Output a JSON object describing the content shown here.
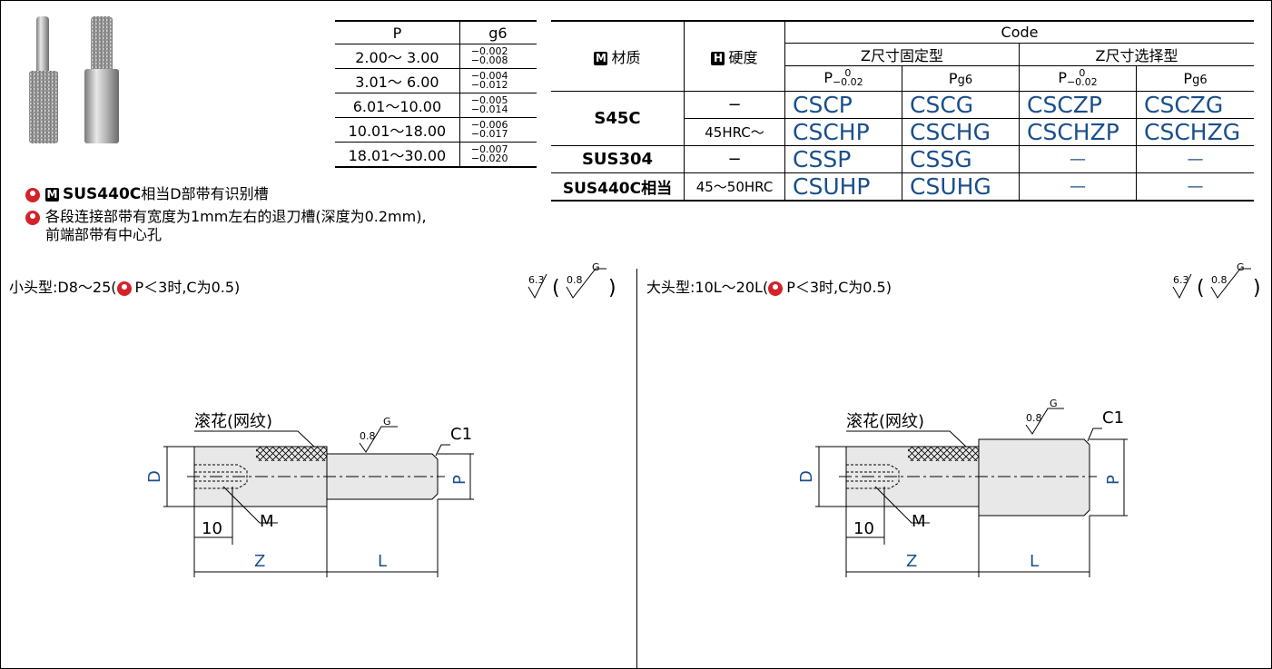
{
  "tolerance_table": {
    "header_p": "P",
    "header_g": "g6",
    "rows": [
      {
        "range": "2.00～ 3.00",
        "upper": "−0.002",
        "lower": "−0.008"
      },
      {
        "range": "3.01～ 6.00",
        "upper": "−0.004",
        "lower": "−0.012"
      },
      {
        "range": "6.01～10.00",
        "upper": "−0.005",
        "lower": "−0.014"
      },
      {
        "range": "10.01～18.00",
        "upper": "−0.006",
        "lower": "−0.017"
      },
      {
        "range": "18.01～30.00",
        "upper": "−0.007",
        "lower": "−0.020"
      }
    ]
  },
  "code_table": {
    "code_header": "Code",
    "material_icon": "M",
    "material_header": "材质",
    "hardness_icon": "H",
    "hardness_header": "硬度",
    "fixed_group": "Z尺寸固定型",
    "select_group": "Z尺寸选择型",
    "p_sub": "P",
    "p_tol_upper": "0",
    "p_tol_lower": "−0.02",
    "pg6_p": "P",
    "pg6_sub": "g6",
    "rows": [
      {
        "material": "S45C",
        "hardness": "−",
        "codes": [
          "CSCP",
          "CSCG",
          "CSCZP",
          "CSCZG"
        ]
      },
      {
        "material": "",
        "hardness": "45HRC～",
        "codes": [
          "CSCHP",
          "CSCHG",
          "CSCHZP",
          "CSCHZG"
        ]
      },
      {
        "material": "SUS304",
        "hardness": "−",
        "codes": [
          "CSSP",
          "CSSG",
          "—",
          "—"
        ]
      },
      {
        "material": "SUS440C相当",
        "hardness": "45～50HRC",
        "codes": [
          "CSUHP",
          "CSUHG",
          "—",
          "—"
        ]
      }
    ]
  },
  "notes": {
    "note1_bold": "SUS440C",
    "note1_rest": "相当D部带有识别槽",
    "note2_line1": "各段连接部带有宽度为1mm左右的退刀槽(深度为0.2mm),",
    "note2_line2": "前端部带有中心孔"
  },
  "left_drawing": {
    "title_pre": "小头型:D8～25(",
    "title_post": "P＜3时,C为0.5)",
    "knurl_label": "滚花(网纹)",
    "roughness": "0.8",
    "roughness_g": "G",
    "chamfer": "C1",
    "dim_d": "D",
    "dim_p": "P",
    "dim_10": "10",
    "dim_m": "M",
    "dim_z": "Z",
    "dim_l": "L",
    "finish_main": "6.3",
    "finish_paren": "0.8",
    "finish_g": "G"
  },
  "right_drawing": {
    "title_pre": "大头型:10L～20L(",
    "title_post": "P＜3时,C为0.5)",
    "knurl_label": "滚花(网纹)",
    "roughness": "0.8",
    "roughness_g": "G",
    "chamfer": "C1",
    "dim_d": "D",
    "dim_p": "P",
    "dim_10": "10",
    "dim_m": "M",
    "dim_z": "Z",
    "dim_l": "L",
    "finish_main": "6.3",
    "finish_paren": "0.8",
    "finish_g": "G"
  }
}
